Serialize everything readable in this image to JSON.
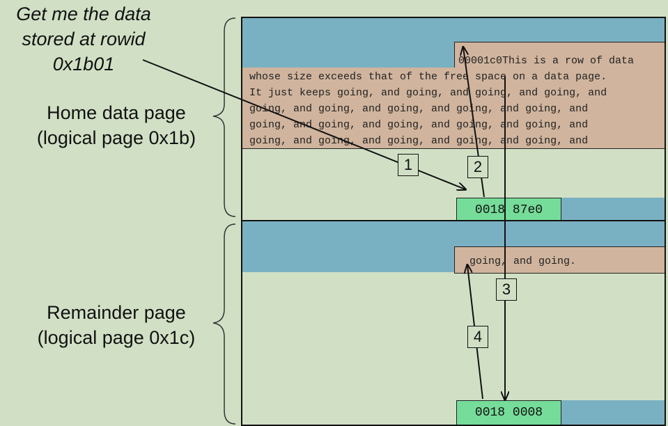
{
  "question": {
    "lines": [
      "Get me the data",
      "stored at rowid",
      "0x1b01"
    ]
  },
  "home_page": {
    "label_lines": [
      "Home data page",
      "(logical page 0x1b)"
    ],
    "row_header": "00001c0This is a row of data",
    "row_lines": [
      "whose size exceeds that of the free space on a data page.",
      "It just keeps going, and going, and going, and going, and",
      "going, and going, and going, and going, and going, and",
      "going, and going, and going, and going, and going, and",
      "going, and going, and going, and going, and going, and"
    ],
    "slot_value": "0018 87e0"
  },
  "remainder_page": {
    "label_lines": [
      "Remainder page",
      "(logical page 0x1c)"
    ],
    "row_text": "going, and going.",
    "slot_value": "0018 0008"
  },
  "steps": [
    "1",
    "2",
    "3",
    "4"
  ],
  "colors": {
    "background": "#d1e0c5",
    "header_band": "#7ab1c2",
    "row_data": "#d0b49d",
    "slot_entry": "#76dc99"
  }
}
